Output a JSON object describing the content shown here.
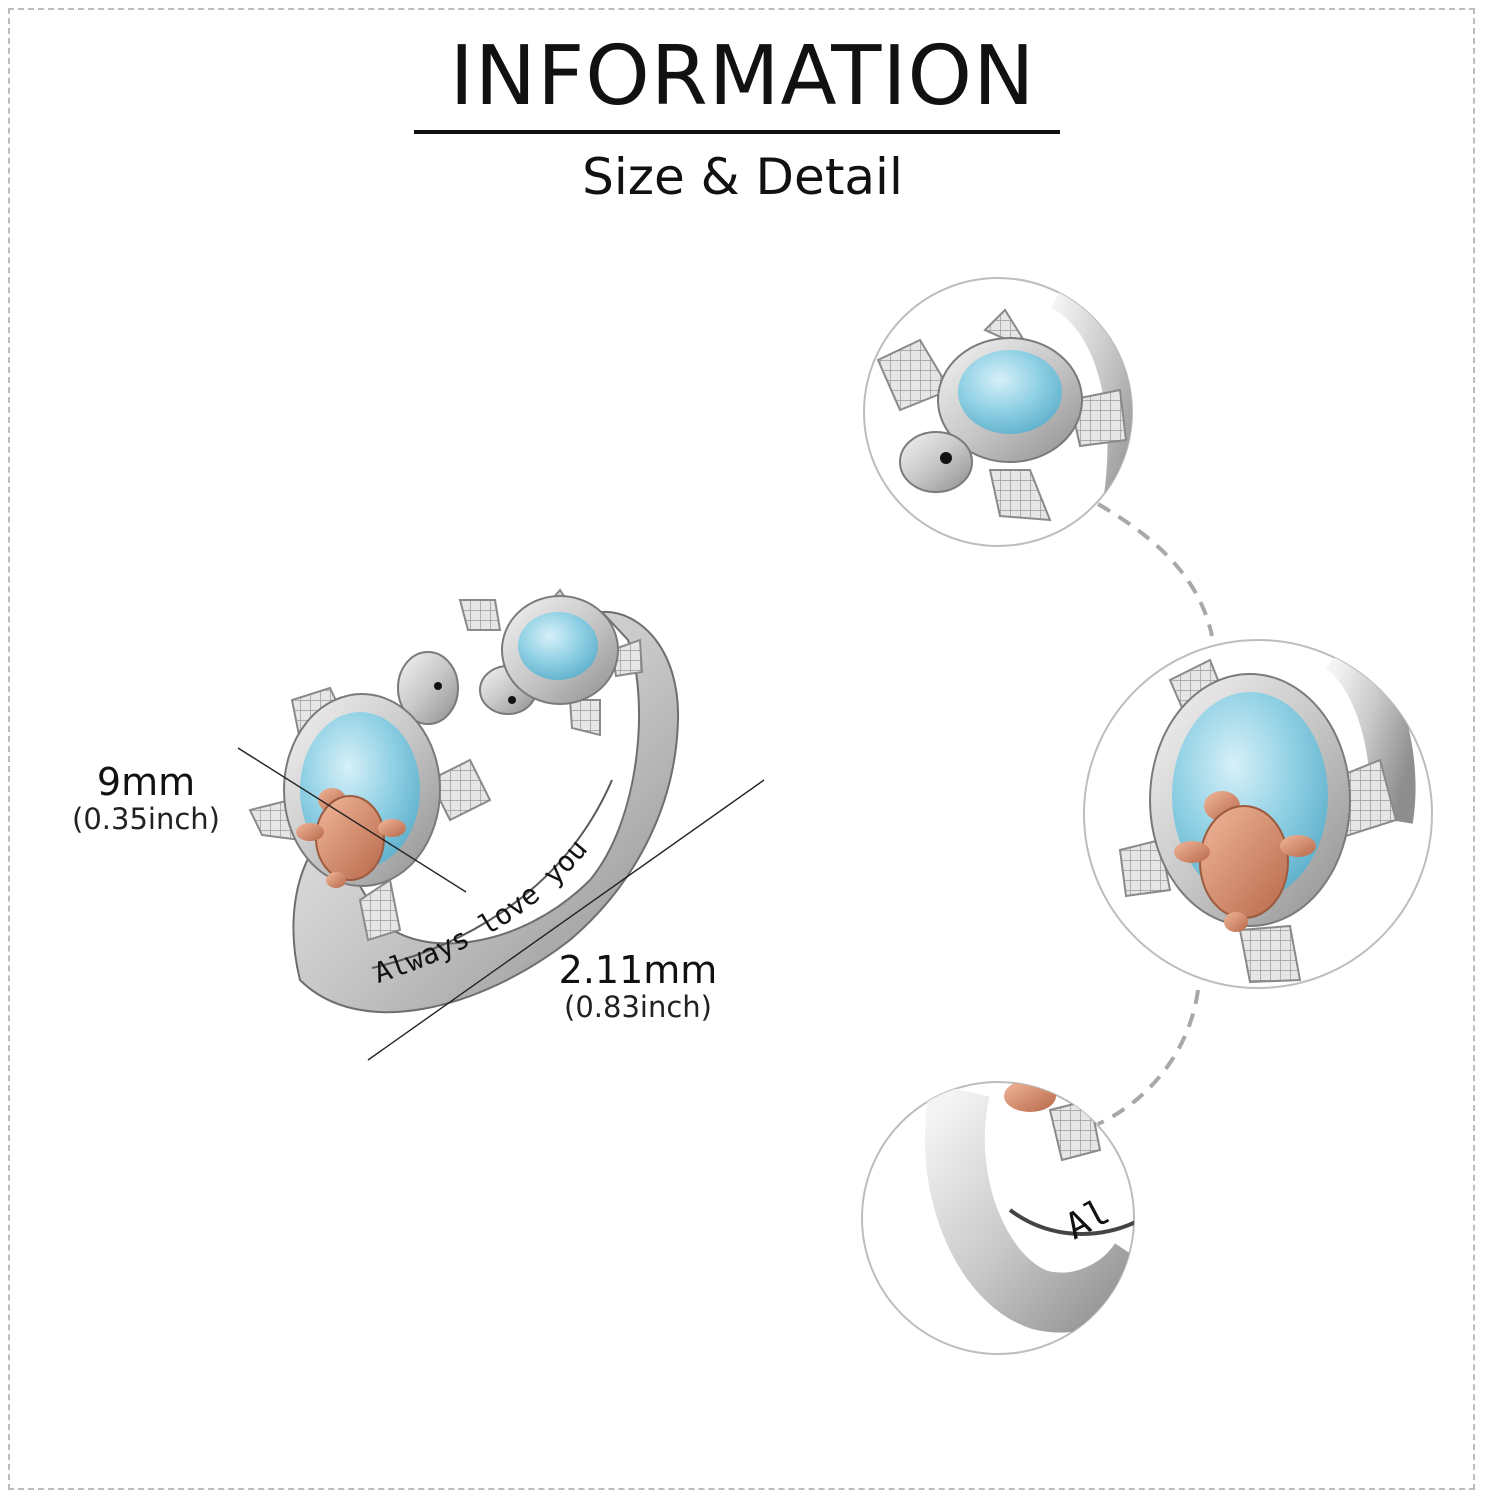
{
  "header": {
    "title": "INFORMATION",
    "subtitle": "Size & Detail"
  },
  "dimensions": {
    "width": {
      "value": "9mm",
      "imperial": "(0.35inch)"
    },
    "length": {
      "value": "2.11mm",
      "imperial": "(0.83inch)"
    }
  },
  "ring": {
    "engraving": "Always love you",
    "colors": {
      "silver": "#d9d9d9",
      "stone": "#8fd0e4",
      "rose_gold": "#d98e6c"
    }
  },
  "detail_views": [
    "turtle-head-detail",
    "stone-and-baby-turtle-detail",
    "engraving-detail"
  ]
}
